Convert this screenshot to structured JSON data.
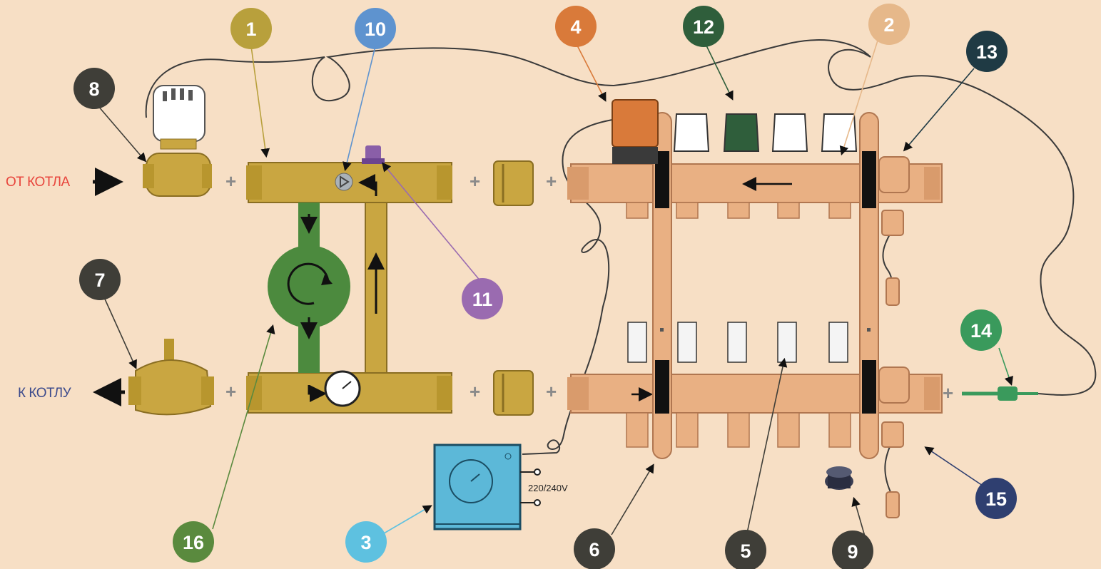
{
  "labels": {
    "from_boiler": "ОТ КОТЛА",
    "to_boiler": "К КОТЛУ",
    "voltage": "220/240V",
    "plus": "+"
  },
  "colors": {
    "background": "#f7dfc5",
    "brass": "#c9a641",
    "copper": "#e9b083",
    "pump": "#4c8a3e",
    "actuator": "#d97a3a",
    "thermostat": "#5cb8d8",
    "from_boiler_text": "#e8453c",
    "to_boiler_text": "#3b4a8c"
  },
  "badges": [
    {
      "number": "1",
      "color": "#b8a03c"
    },
    {
      "number": "2",
      "color": "#e6b88a"
    },
    {
      "number": "3",
      "color": "#5ec1e0"
    },
    {
      "number": "4",
      "color": "#d97a3a"
    },
    {
      "number": "5",
      "color": "#3f3e38"
    },
    {
      "number": "6",
      "color": "#3f3e38"
    },
    {
      "number": "7",
      "color": "#3f3e38"
    },
    {
      "number": "8",
      "color": "#3f3e38"
    },
    {
      "number": "9",
      "color": "#3f3e38"
    },
    {
      "number": "10",
      "color": "#5e93cf"
    },
    {
      "number": "11",
      "color": "#9a6bb0"
    },
    {
      "number": "12",
      "color": "#2f5e3b"
    },
    {
      "number": "13",
      "color": "#1f3a44"
    },
    {
      "number": "14",
      "color": "#3a9a5c"
    },
    {
      "number": "15",
      "color": "#2f3f70"
    },
    {
      "number": "16",
      "color": "#5a8a3e"
    }
  ]
}
